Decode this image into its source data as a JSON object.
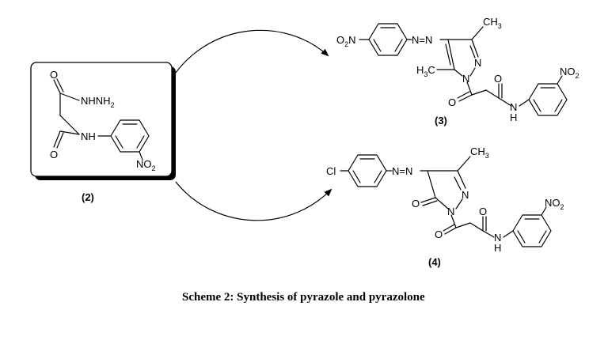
{
  "scheme": {
    "caption": "Scheme 2: Synthesis of pyrazole and pyrazolone",
    "compounds": [
      {
        "id": "(2)",
        "groups": {
          "hydrazide": "NHNH",
          "hydrazide_sub": "2",
          "amide": "NH",
          "nitro": "NO",
          "nitro_sub": "2",
          "oxygen_top": "O",
          "oxygen_bottom": "O"
        }
      },
      {
        "id": "(3)",
        "groups": {
          "nitro_left": "O",
          "nitro_left_sub": "2",
          "nitro_left_n": "N",
          "azo": "N=N",
          "methyl_top": "CH",
          "methyl_top_sub": "3",
          "methyl_left": "H",
          "methyl_left_sub": "3",
          "methyl_left_c": "C",
          "ring_n": "N",
          "ring_n1": "N",
          "oxygen_a": "O",
          "oxygen_b": "O",
          "amide_n": "N",
          "amide_h": "H",
          "nitro_right": "NO",
          "nitro_right_sub": "2"
        }
      },
      {
        "id": "(4)",
        "groups": {
          "chloro": "Cl",
          "azo": "N=N",
          "methyl": "CH",
          "methyl_sub": "3",
          "ring_n": "N",
          "ring_n1": "N",
          "oxygen_ring": "O",
          "oxygen_a": "O",
          "oxygen_b": "O",
          "amide_n": "N",
          "amide_h": "H",
          "nitro": "NO",
          "nitro_sub": "2"
        }
      }
    ]
  }
}
